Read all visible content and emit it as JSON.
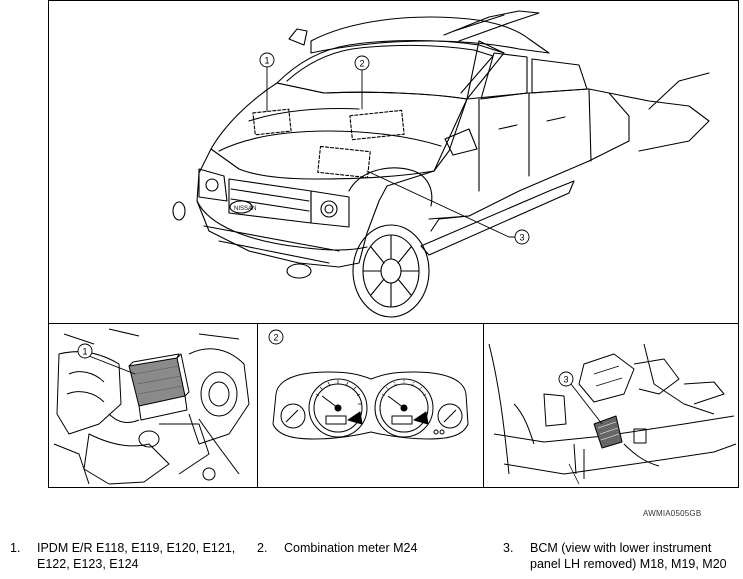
{
  "callouts": {
    "main": [
      "1",
      "2",
      "3"
    ],
    "panel_1": "1",
    "panel_2": "2",
    "panel_3": "3"
  },
  "figure_code": "AWMIA0505GB",
  "legend": [
    {
      "number": "1.",
      "text": "IPDM E/R E118, E119, E120, E121, E122, E123, E124"
    },
    {
      "number": "2.",
      "text": "Combination meter M24"
    },
    {
      "number": "3.",
      "text": "BCM (view with lower instrument panel LH removed) M18, M19, M20"
    }
  ]
}
